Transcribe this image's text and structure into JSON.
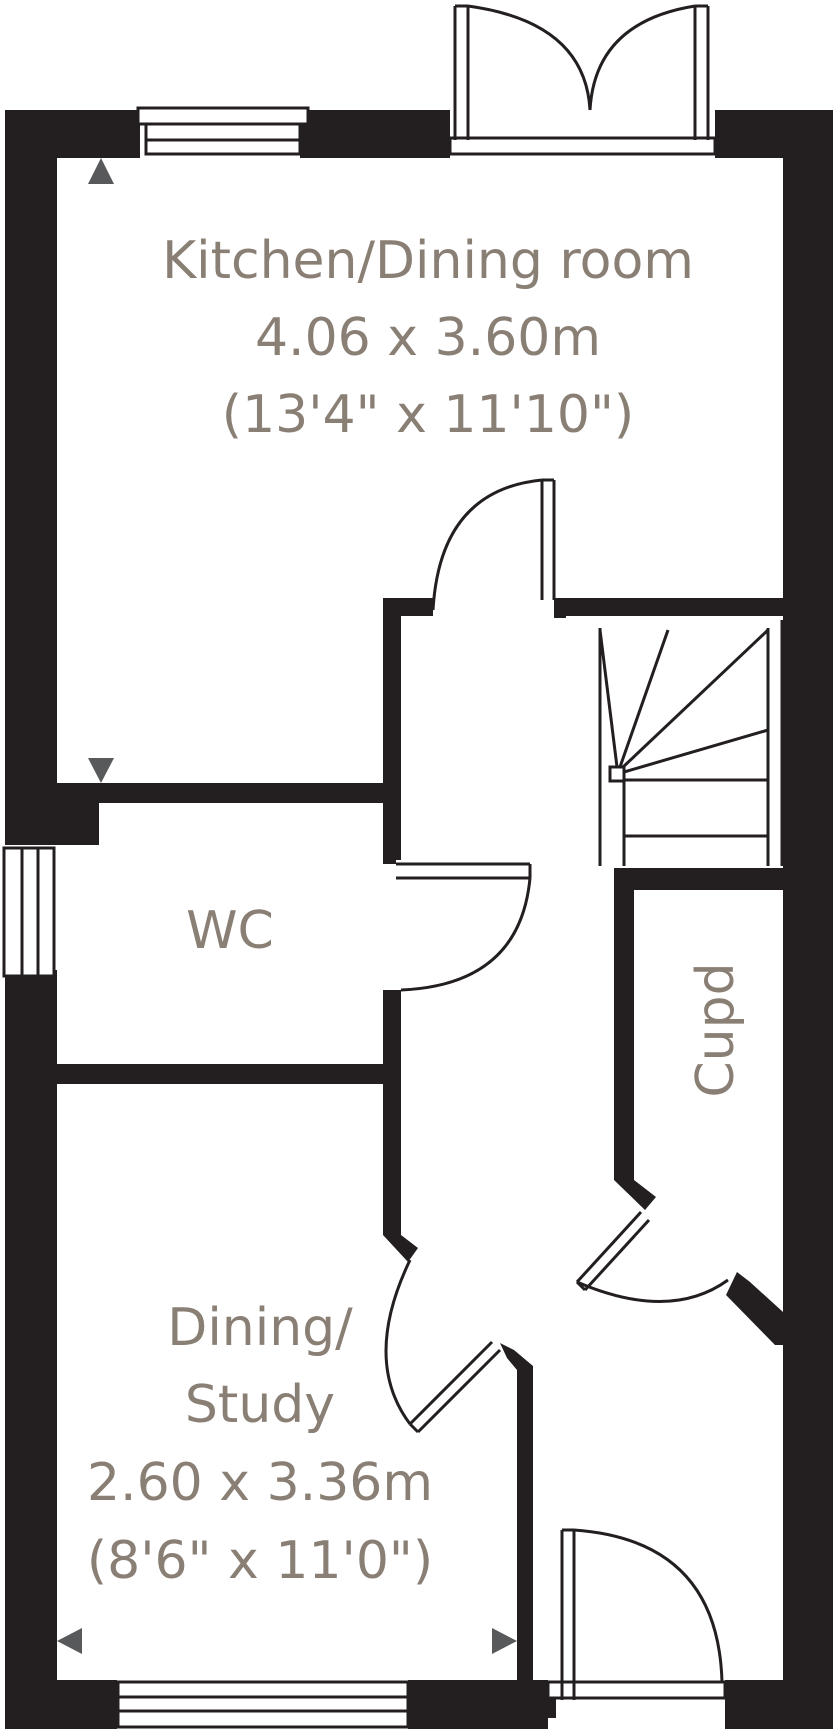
{
  "rooms": {
    "kitchen": {
      "name": "Kitchen/Dining room",
      "metric": "4.06 x 3.60m",
      "imperial": "(13'4\" x 11'10\")"
    },
    "wc": {
      "name": "WC"
    },
    "cupd": {
      "name": "Cupd"
    },
    "study": {
      "name_line1": "Dining/",
      "name_line2": "Study",
      "metric": "2.60 x 3.36m",
      "imperial": "(8'6\" x 11'0\")"
    }
  },
  "colors": {
    "wall": "#231f20",
    "label": "#8a7f74",
    "arrow": "#58595b"
  }
}
